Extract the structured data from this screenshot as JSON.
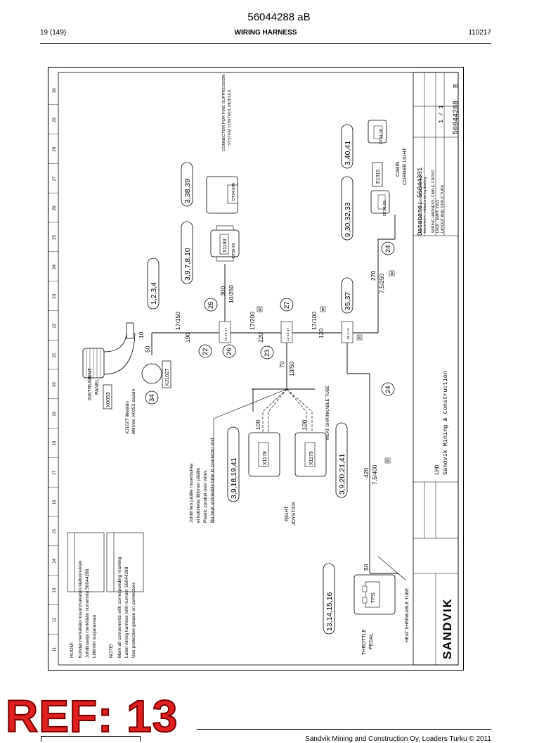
{
  "page_header": {
    "doc_number": "56044288 aB",
    "page": "19 (149)",
    "title": "WIRING HARNESS",
    "date": "110217"
  },
  "footer": {
    "ref_label": "REF: 13",
    "copyright": "Sandvik Mining and Construction Oy, Loaders Turku © 2011"
  },
  "drawing": {
    "zone_numbers": [
      "11",
      "12",
      "13",
      "14",
      "15",
      "16",
      "17",
      "18",
      "19",
      "20",
      "21",
      "22",
      "23",
      "24",
      "25",
      "26",
      "27",
      "28",
      "29",
      "30"
    ],
    "notes": {
      "huom": "HUOM!",
      "fi_lines": [
        "Kohdat merkätään kuvanmukaisin täätunnuksin",
        "Johdinsarja merkitään numerolla 56044288",
        "Liittimiin suojarasvaa"
      ],
      "note": "NOTE!",
      "en_lines": [
        "Mark all components with corresponding marking",
        "Label wiring harness with number 56044288",
        "Use protective grease on connectors"
      ]
    },
    "conduit_note": {
      "fi_lines": [
        "Johtimien päälle muovisukka",
        "ei kutistetta liittimen päällin"
      ],
      "en_lines": [
        "Plastic conduit over wires.",
        "No heat shrinkable tube to connector end"
      ]
    },
    "component_labels": {
      "instrument_panel": [
        "INSTRUMENT",
        "PANEL"
      ],
      "right_joystick": [
        "RIGHT",
        "JOYSTICK"
      ],
      "throttle_pedal": [
        "THROTTLE",
        "PEDAL"
      ],
      "cabin_corner_light": [
        "CABIN",
        "CORNER LIGHT"
      ],
      "fire_suppression": [
        "CONNECTOR FOR FIRE SUPPRESSION",
        "SYSTEM CONTROL MODULE"
      ],
      "heat_shrink_1": "HEAT SHRINKABLE TUBE",
      "heat_shrink_2": "HEAT SHRINKABLE TUBE",
      "xj1027_note": [
        "XJ1027 liitetään",
        "liittimen X0053 sisään"
      ]
    },
    "connectors": {
      "x0053": "X0053",
      "xj1027": "XJ1027",
      "x1183": "X1183",
      "dt06_8s": "DT06-8S",
      "dt04_8pa": "DT04-8PA",
      "x1178": "X1178",
      "x1179": "X1179",
      "tps": "TPS",
      "e1010": "E1010",
      "dt06_2s": "DT06-2S",
      "dt04_2p": "DT04-2P"
    },
    "pin_callouts": {
      "p1": "1,2,3,4",
      "p2": "3,9,7,8,10",
      "p3": "3,38,39",
      "p4": "9,30,32,33",
      "p5": "3,40,41",
      "p6": "35,37",
      "p7": "3,9,18,19,41",
      "p8": "3,9,20,21,41",
      "p9": "13,14,15,16"
    },
    "ref_circles": {
      "c22": "22",
      "c23": "23",
      "c24a": "24",
      "c24b": "24",
      "c25": "25",
      "c26": "26",
      "c27": "27",
      "c34": "34"
    },
    "dimensions": {
      "d10": "10",
      "d50a": "50",
      "d190": "190",
      "d17_150": "17/150",
      "d300": "300",
      "d10_250": "10/250",
      "d17_200": "17/200",
      "d220": "220",
      "d70": "70",
      "d13_50": "13/50",
      "d17_100": "17/100",
      "d120": "120",
      "d270": "270",
      "d7_5_250": "7,5/250",
      "d100a": "100",
      "d100b": "100",
      "d420": "420",
      "d7_5_400": "7,5/400",
      "d50b": "50",
      "b1": "B",
      "b2": "B",
      "b3": "B",
      "b4": "B",
      "b5": "B"
    },
    "splices": {
      "s1": "13-10-17",
      "s2": "13-13-17",
      "s3": "13-7-13"
    },
    "title_block": {
      "database": "Database: 56044301",
      "drawing_no": "56044288",
      "rev": "B",
      "sheet": "1 / 1",
      "desc_lines": [
        "WIRING HARNESS, CABLE, FRONT",
        "LH10 - EMFT, 2013",
        "LAYOUT AND STRUCTURE"
      ],
      "mod_lines": [
        "MUUTOS B : Changed layout and text",
        "MUUTOS A : Added ordering drawing"
      ],
      "company": "Sandvik Mining & Construction",
      "lhd": "LHD",
      "logo": "SANDVIK"
    }
  }
}
